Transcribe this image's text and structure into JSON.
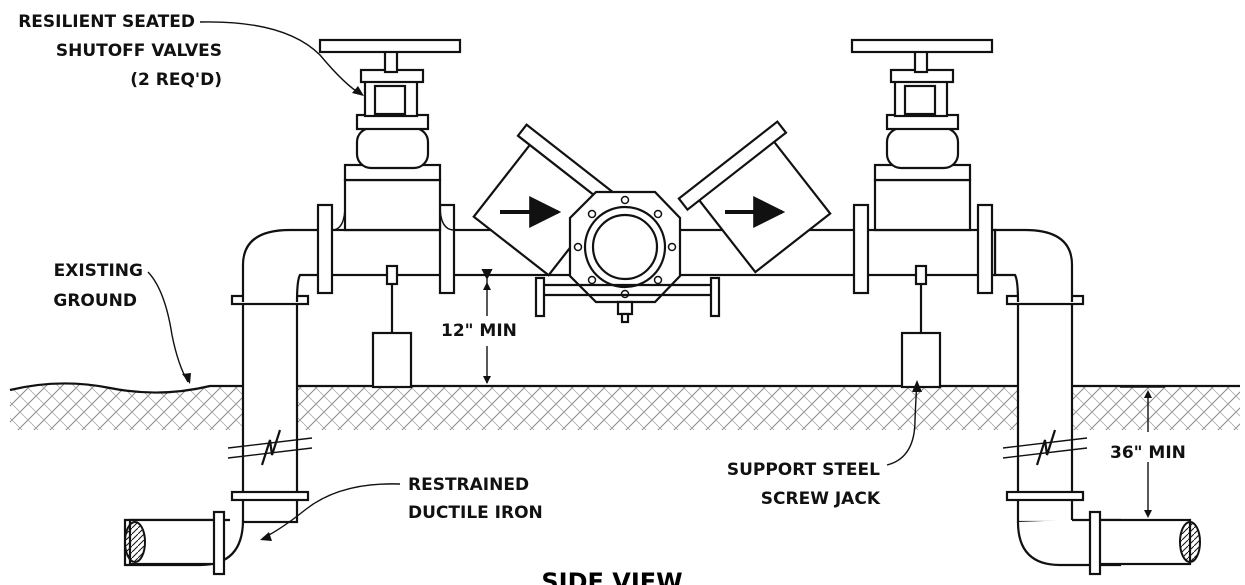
{
  "labels": {
    "shutoff_line1": "RESILIENT SEATED",
    "shutoff_line2": "SHUTOFF VALVES",
    "shutoff_line3": "(2 REQ'D)",
    "ground_line1": "EXISTING",
    "ground_line2": "GROUND",
    "clearance": "12\" MIN",
    "depth": "36\" MIN",
    "iron_line1": "RESTRAINED",
    "iron_line2": "DUCTILE IRON",
    "jack_line1": "SUPPORT STEEL",
    "jack_line2": "SCREW JACK"
  },
  "title": "SIDE VIEW"
}
